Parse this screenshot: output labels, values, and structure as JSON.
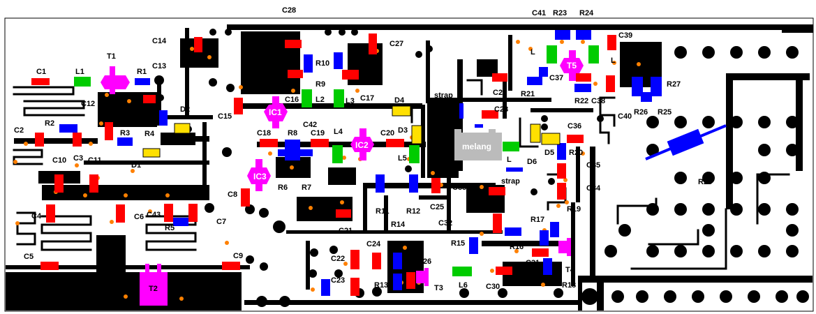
{
  "colors": {
    "trace": "#000000",
    "resistor": "#0000ff",
    "capacitor": "#ff0000",
    "inductor": "#00cc00",
    "diode": "#ffe000",
    "ic": "#ff00ff",
    "pad_drill": "#ff8000",
    "strap_block": "#bbbbbb"
  },
  "labels": {
    "C1": "C1",
    "L1": "L1",
    "T1": "T1",
    "R1": "R1",
    "C13": "C13",
    "C12": "C12",
    "C14": "C14",
    "C28a": "C28",
    "C27": "C27",
    "R10": "R10",
    "R9": "R9",
    "C16": "C16",
    "L2": "L2",
    "L3": "L3",
    "C17": "C17",
    "IC1": "IC1",
    "C15": "C15",
    "D2": "D2",
    "C2": "C2",
    "R2": "R2",
    "R3": "R3",
    "R4": "R4",
    "C10": "C10",
    "C3": "C3",
    "C11": "C11",
    "D1": "D1",
    "C18": "C18",
    "R8": "R8",
    "C19": "C19",
    "C42": "C42",
    "L4": "L4",
    "IC2": "IC2",
    "C20": "C20",
    "D3": "D3",
    "D4": "D4",
    "L5": "L5",
    "IC3": "IC3",
    "R6": "R6",
    "R7": "R7",
    "C8": "C8",
    "C4": "C4",
    "C6": "C6",
    "C43": "C43",
    "R5": "R5",
    "C7": "C7",
    "C5": "C5",
    "C9": "C9",
    "T2": "T2",
    "R11": "R11",
    "R12": "R12",
    "C25": "C25",
    "C21": "C21",
    "C33": "C33",
    "strap1": "strap",
    "strap2": "strap",
    "melang": "melang",
    "C28b": "C28",
    "C29": "C29",
    "R21": "R21",
    "C41": "C41",
    "R23": "R23",
    "R24": "R24",
    "C39": "C39",
    "L6a": "L",
    "T5": "T5",
    "L7": "L",
    "C37": "C37",
    "R22": "R22",
    "C38": "C38",
    "C40": "C40",
    "R26": "R26",
    "R25": "R25",
    "R27": "R27",
    "C36": "C36",
    "D5": "D5",
    "R20": "R20",
    "D6": "D6",
    "L8": "L",
    "C35": "C35",
    "C34": "C34",
    "R28": "R28",
    "R19": "R19",
    "C32": "C32",
    "R17": "R17",
    "R14": "R14",
    "C24": "C24",
    "C22": "C22",
    "R15": "R15",
    "R16": "R16",
    "C31": "C31",
    "T4": "T4",
    "C26": "C26",
    "C23": "C23",
    "R13": "R13",
    "T3": "T3",
    "L6": "L6",
    "C30": "C30",
    "R18": "R18"
  }
}
